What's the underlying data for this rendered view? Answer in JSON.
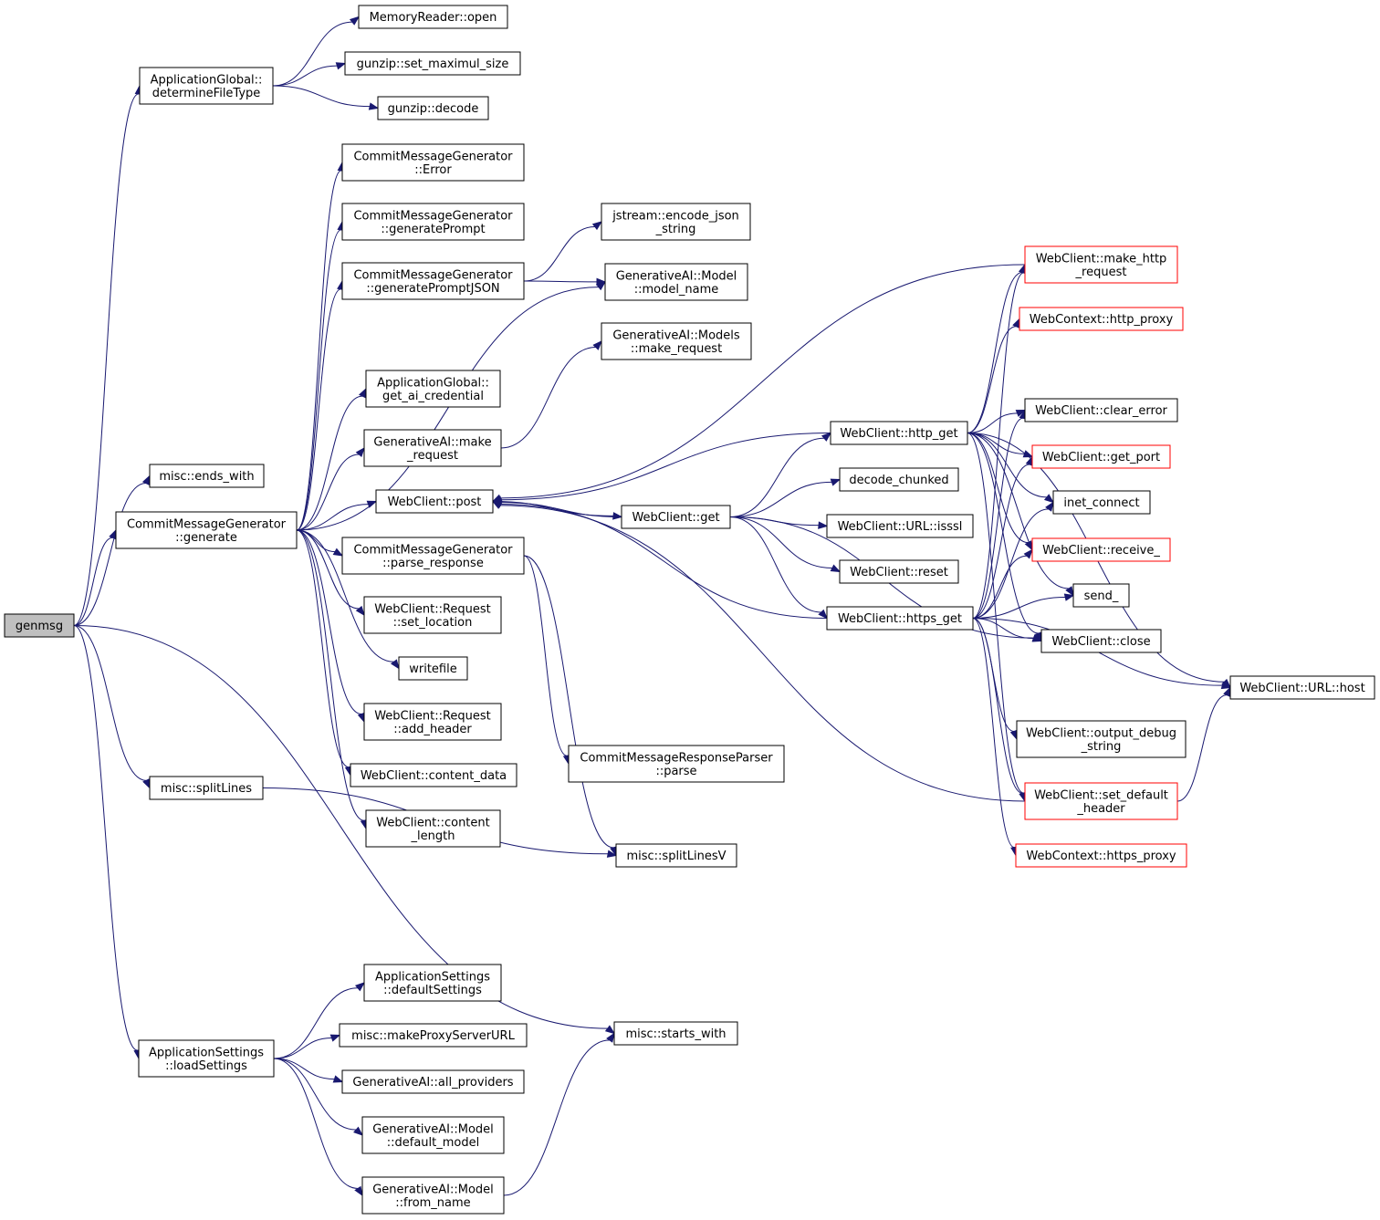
{
  "graph": {
    "nodes": [
      {
        "id": "genmsg",
        "lines": [
          "genmsg"
        ],
        "root": true
      },
      {
        "id": "determineFileType",
        "lines": [
          "ApplicationGlobal::",
          "determineFileType"
        ]
      },
      {
        "id": "MemoryReader_open",
        "lines": [
          "MemoryReader::open"
        ]
      },
      {
        "id": "set_maximul_size",
        "lines": [
          "gunzip::set_maximul_size"
        ]
      },
      {
        "id": "gunzip_decode",
        "lines": [
          "gunzip::decode"
        ]
      },
      {
        "id": "cmg_Error",
        "lines": [
          "CommitMessageGenerator",
          "::Error"
        ]
      },
      {
        "id": "cmg_generatePrompt",
        "lines": [
          "CommitMessageGenerator",
          "::generatePrompt"
        ]
      },
      {
        "id": "cmg_generatePromptJSON",
        "lines": [
          "CommitMessageGenerator",
          "::generatePromptJSON"
        ]
      },
      {
        "id": "encode_json_string",
        "lines": [
          "jstream::encode_json",
          "_string"
        ]
      },
      {
        "id": "model_name",
        "lines": [
          "GenerativeAI::Model",
          "::model_name"
        ]
      },
      {
        "id": "models_make_request",
        "lines": [
          "GenerativeAI::Models",
          "::make_request"
        ]
      },
      {
        "id": "get_ai_credential",
        "lines": [
          "ApplicationGlobal::",
          "get_ai_credential"
        ]
      },
      {
        "id": "ai_make_request",
        "lines": [
          "GenerativeAI::make",
          "_request"
        ]
      },
      {
        "id": "ends_with",
        "lines": [
          "misc::ends_with"
        ]
      },
      {
        "id": "cmg_generate",
        "lines": [
          "CommitMessageGenerator",
          "::generate"
        ]
      },
      {
        "id": "wc_post",
        "lines": [
          "WebClient::post"
        ]
      },
      {
        "id": "wc_get",
        "lines": [
          "WebClient::get"
        ]
      },
      {
        "id": "cmg_parse_response",
        "lines": [
          "CommitMessageGenerator",
          "::parse_response"
        ]
      },
      {
        "id": "req_set_location",
        "lines": [
          "WebClient::Request",
          "::set_location"
        ]
      },
      {
        "id": "writefile",
        "lines": [
          "writefile"
        ]
      },
      {
        "id": "req_add_header",
        "lines": [
          "WebClient::Request",
          "::add_header"
        ]
      },
      {
        "id": "content_data",
        "lines": [
          "WebClient::content_data"
        ]
      },
      {
        "id": "content_length",
        "lines": [
          "WebClient::content",
          "_length"
        ]
      },
      {
        "id": "cmrp_parse",
        "lines": [
          "CommitMessageResponseParser",
          "::parse"
        ]
      },
      {
        "id": "splitLines",
        "lines": [
          "misc::splitLines"
        ]
      },
      {
        "id": "splitLinesV",
        "lines": [
          "misc::splitLinesV"
        ]
      },
      {
        "id": "loadSettings",
        "lines": [
          "ApplicationSettings",
          "::loadSettings"
        ]
      },
      {
        "id": "defaultSettings",
        "lines": [
          "ApplicationSettings",
          "::defaultSettings"
        ]
      },
      {
        "id": "makeProxyServerURL",
        "lines": [
          "misc::makeProxyServerURL"
        ]
      },
      {
        "id": "all_providers",
        "lines": [
          "GenerativeAI::all_providers"
        ]
      },
      {
        "id": "default_model",
        "lines": [
          "GenerativeAI::Model",
          "::default_model"
        ]
      },
      {
        "id": "from_name",
        "lines": [
          "GenerativeAI::Model",
          "::from_name"
        ]
      },
      {
        "id": "starts_with",
        "lines": [
          "misc::starts_with"
        ]
      },
      {
        "id": "http_get",
        "lines": [
          "WebClient::http_get"
        ]
      },
      {
        "id": "decode_chunked",
        "lines": [
          "decode_chunked"
        ]
      },
      {
        "id": "url_isssl",
        "lines": [
          "WebClient::URL::isssl"
        ]
      },
      {
        "id": "wc_reset",
        "lines": [
          "WebClient::reset"
        ]
      },
      {
        "id": "https_get",
        "lines": [
          "WebClient::https_get"
        ]
      },
      {
        "id": "make_http_request",
        "lines": [
          "WebClient::make_http",
          "_request"
        ],
        "truncated": true
      },
      {
        "id": "http_proxy",
        "lines": [
          "WebContext::http_proxy"
        ],
        "truncated": true
      },
      {
        "id": "clear_error",
        "lines": [
          "WebClient::clear_error"
        ]
      },
      {
        "id": "get_port",
        "lines": [
          "WebClient::get_port"
        ],
        "truncated": true
      },
      {
        "id": "inet_connect",
        "lines": [
          "inet_connect"
        ]
      },
      {
        "id": "receive_",
        "lines": [
          "WebClient::receive_"
        ],
        "truncated": true
      },
      {
        "id": "send_",
        "lines": [
          "send_"
        ]
      },
      {
        "id": "wc_close",
        "lines": [
          "WebClient::close"
        ]
      },
      {
        "id": "output_debug_string",
        "lines": [
          "WebClient::output_debug",
          "_string"
        ]
      },
      {
        "id": "set_default_header",
        "lines": [
          "WebClient::set_default",
          "_header"
        ],
        "truncated": true
      },
      {
        "id": "https_proxy",
        "lines": [
          "WebContext::https_proxy"
        ],
        "truncated": true
      },
      {
        "id": "url_host",
        "lines": [
          "WebClient::URL::host"
        ]
      }
    ],
    "edges": [
      [
        "genmsg",
        "determineFileType"
      ],
      [
        "genmsg",
        "ends_with"
      ],
      [
        "genmsg",
        "cmg_generate"
      ],
      [
        "genmsg",
        "splitLines"
      ],
      [
        "genmsg",
        "starts_with"
      ],
      [
        "genmsg",
        "loadSettings"
      ],
      [
        "determineFileType",
        "MemoryReader_open"
      ],
      [
        "determineFileType",
        "set_maximul_size"
      ],
      [
        "determineFileType",
        "gunzip_decode"
      ],
      [
        "cmg_generate",
        "cmg_Error"
      ],
      [
        "cmg_generate",
        "cmg_generatePrompt"
      ],
      [
        "cmg_generate",
        "cmg_generatePromptJSON"
      ],
      [
        "cmg_generate",
        "model_name"
      ],
      [
        "cmg_generate",
        "get_ai_credential"
      ],
      [
        "cmg_generate",
        "ai_make_request"
      ],
      [
        "cmg_generate",
        "wc_post"
      ],
      [
        "cmg_generate",
        "cmg_parse_response"
      ],
      [
        "cmg_generate",
        "req_set_location"
      ],
      [
        "cmg_generate",
        "writefile"
      ],
      [
        "cmg_generate",
        "req_add_header"
      ],
      [
        "cmg_generate",
        "content_data"
      ],
      [
        "cmg_generate",
        "content_length"
      ],
      [
        "cmg_generatePromptJSON",
        "encode_json_string"
      ],
      [
        "cmg_generatePromptJSON",
        "model_name"
      ],
      [
        "ai_make_request",
        "models_make_request"
      ],
      [
        "wc_post",
        "wc_get"
      ],
      [
        "wc_get",
        "wc_post"
      ],
      [
        "wc_get",
        "http_get"
      ],
      [
        "wc_get",
        "decode_chunked"
      ],
      [
        "wc_get",
        "url_isssl"
      ],
      [
        "wc_get",
        "wc_reset"
      ],
      [
        "wc_get",
        "https_get"
      ],
      [
        "wc_get",
        "wc_close"
      ],
      [
        "http_get",
        "wc_post"
      ],
      [
        "https_get",
        "wc_post"
      ],
      [
        "make_http_request",
        "wc_post"
      ],
      [
        "set_default_header",
        "wc_post"
      ],
      [
        "cmg_parse_response",
        "cmrp_parse"
      ],
      [
        "cmg_parse_response",
        "splitLinesV"
      ],
      [
        "splitLines",
        "splitLinesV"
      ],
      [
        "loadSettings",
        "defaultSettings"
      ],
      [
        "loadSettings",
        "makeProxyServerURL"
      ],
      [
        "loadSettings",
        "all_providers"
      ],
      [
        "loadSettings",
        "default_model"
      ],
      [
        "loadSettings",
        "from_name"
      ],
      [
        "from_name",
        "starts_with"
      ],
      [
        "http_get",
        "make_http_request"
      ],
      [
        "http_get",
        "http_proxy"
      ],
      [
        "http_get",
        "clear_error"
      ],
      [
        "http_get",
        "get_port"
      ],
      [
        "http_get",
        "inet_connect"
      ],
      [
        "http_get",
        "receive_"
      ],
      [
        "http_get",
        "send_"
      ],
      [
        "http_get",
        "wc_close"
      ],
      [
        "http_get",
        "set_default_header"
      ],
      [
        "http_get",
        "url_host"
      ],
      [
        "https_get",
        "make_http_request"
      ],
      [
        "https_get",
        "clear_error"
      ],
      [
        "https_get",
        "get_port"
      ],
      [
        "https_get",
        "inet_connect"
      ],
      [
        "https_get",
        "receive_"
      ],
      [
        "https_get",
        "send_"
      ],
      [
        "https_get",
        "wc_close"
      ],
      [
        "https_get",
        "output_debug_string"
      ],
      [
        "https_get",
        "set_default_header"
      ],
      [
        "https_get",
        "https_proxy"
      ],
      [
        "https_get",
        "url_host"
      ],
      [
        "set_default_header",
        "url_host"
      ]
    ]
  }
}
